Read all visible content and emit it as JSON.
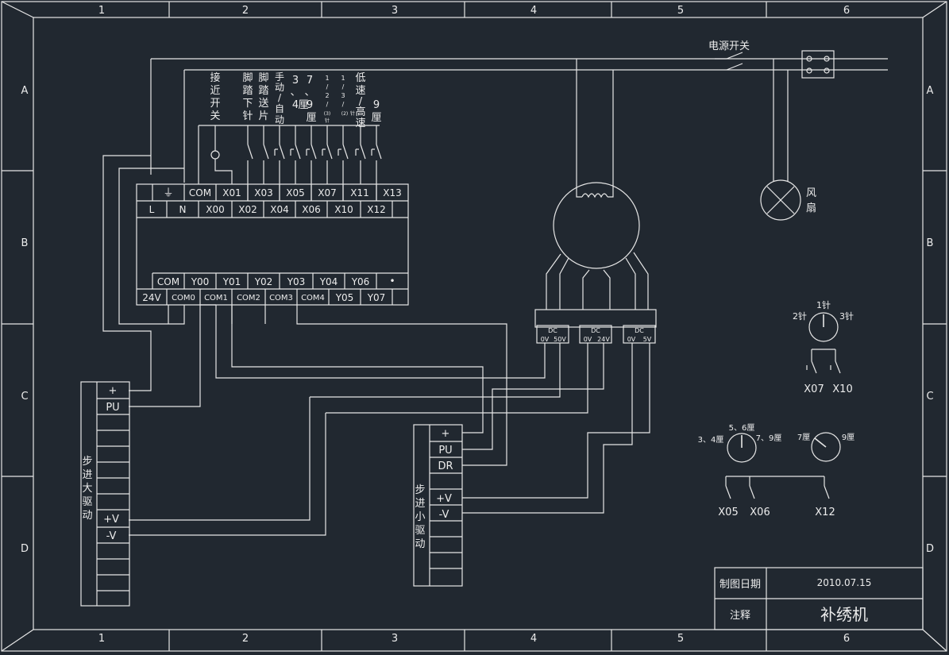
{
  "frame": {
    "col_numbers": [
      "1",
      "2",
      "3",
      "4",
      "5",
      "6"
    ],
    "row_letters": [
      "A",
      "B",
      "C",
      "D"
    ]
  },
  "labels": {
    "power_switch": "电源开关",
    "fan_1": "风",
    "fan_2": "扇",
    "sensor_labels": [
      [
        "接",
        "近",
        "开",
        "关"
      ],
      [
        "脚",
        "踏",
        "下",
        "针"
      ],
      [
        "脚",
        "踏",
        "送",
        "片"
      ],
      [
        "手",
        "动",
        "/",
        "自",
        "动"
      ],
      [
        "3",
        "、",
        "4",
        "厘"
      ],
      [
        "7",
        "、",
        "9",
        "厘"
      ],
      [
        "1",
        "/",
        "2",
        "/",
        "(3)",
        "针"
      ],
      [
        "1",
        "/",
        "3",
        "/",
        "(2)",
        "针"
      ],
      [
        "低",
        "速",
        "/",
        "高",
        "速"
      ],
      [
        "9",
        "厘"
      ]
    ]
  },
  "plc": {
    "input_top": [
      "COM",
      "X01",
      "X03",
      "X05",
      "X07",
      "X11",
      "X13"
    ],
    "input_bottom": [
      "L",
      "N",
      "X00",
      "X02",
      "X04",
      "X06",
      "X10",
      "X12"
    ],
    "output_top": [
      "COM",
      "Y00",
      "Y01",
      "Y02",
      "Y03",
      "Y04",
      "Y06"
    ],
    "output_bottom": [
      "24V",
      "COM0",
      "COM1",
      "COM2",
      "COM3",
      "COM4",
      "Y05",
      "Y07"
    ],
    "earth_symbol": "⏚",
    "dot": "•"
  },
  "psu": [
    {
      "title": "DC",
      "out": [
        "0V",
        "50V"
      ]
    },
    {
      "title": "DC",
      "out": [
        "0V",
        "24V"
      ]
    },
    {
      "title": "DC",
      "out": [
        "0V",
        "5V"
      ]
    }
  ],
  "driver_big": {
    "name": [
      "步",
      "进",
      "大",
      "驱",
      "动"
    ],
    "terminals": [
      "+",
      "PU",
      "",
      "",
      "",
      "",
      "",
      "",
      "+V",
      "-V",
      "",
      "",
      ""
    ]
  },
  "driver_small": {
    "name": [
      "步",
      "进",
      "小",
      "驱",
      "动"
    ],
    "terminals": [
      "+",
      "PU",
      "DR",
      "",
      "+V",
      "-V",
      "",
      "",
      ""
    ]
  },
  "knob_needle": {
    "l1": "1针",
    "l2": "2针",
    "l3": "3针",
    "x07": "X07",
    "x10": "X10"
  },
  "knob_space": {
    "a": "3、4厘",
    "b": "5、6厘",
    "c": "7、9厘",
    "d": "7厘",
    "e": "9厘",
    "x05": "X05",
    "x06": "X06",
    "x12": "X12"
  },
  "title_block": {
    "date_label": "制图日期",
    "date_value": "2010.07.15",
    "note_label": "注释",
    "note_value": "补绣机"
  }
}
